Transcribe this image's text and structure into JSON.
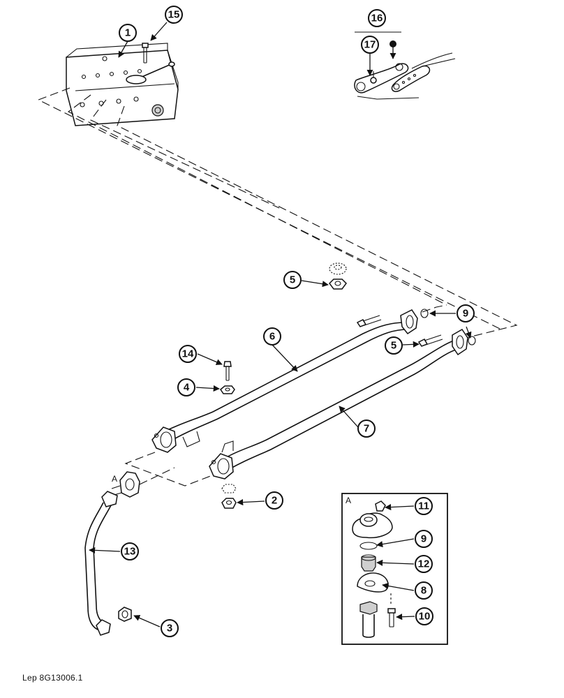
{
  "reference": "Lep 8G13006.1",
  "detail_tag": "A",
  "callouts": [
    "1",
    "15",
    "16",
    "17",
    "5",
    "9",
    "6",
    "14",
    "4",
    "5",
    "9",
    "7",
    "2",
    "13",
    "3",
    "11",
    "9",
    "12",
    "8",
    "10"
  ]
}
